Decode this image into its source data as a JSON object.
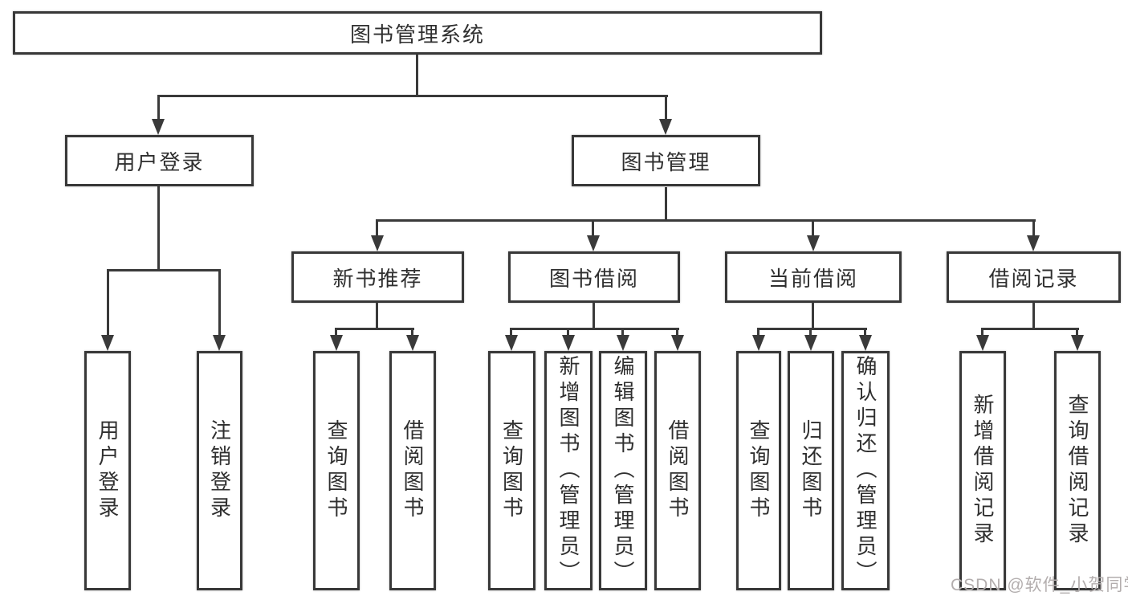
{
  "diagram": {
    "root": {
      "label": "图书管理系统",
      "children": [
        {
          "label": "用户登录",
          "children": [
            {
              "label": "用户登录"
            },
            {
              "label": "注销登录"
            }
          ]
        },
        {
          "label": "图书管理",
          "children": [
            {
              "label": "新书推荐",
              "children": [
                {
                  "label": "查询图书"
                },
                {
                  "label": "借阅图书"
                }
              ]
            },
            {
              "label": "图书借阅",
              "children": [
                {
                  "label": "查询图书"
                },
                {
                  "label": "新增图书（管理员）"
                },
                {
                  "label": "编辑图书（管理员）"
                },
                {
                  "label": "借阅图书"
                }
              ]
            },
            {
              "label": "当前借阅",
              "children": [
                {
                  "label": "查询图书"
                },
                {
                  "label": "归还图书"
                },
                {
                  "label": "确认归还（管理员）"
                }
              ]
            },
            {
              "label": "借阅记录",
              "children": [
                {
                  "label": "新增借阅记录"
                },
                {
                  "label": "查询借阅记录"
                }
              ]
            }
          ]
        }
      ]
    }
  },
  "watermark": {
    "text": "CSDN @软件_小贺同学"
  },
  "colors": {
    "line": "#3a3a3a",
    "box_border": "#383838",
    "text": "#2f2f2f",
    "background": "#ffffff",
    "watermark": "#b3aeae"
  }
}
